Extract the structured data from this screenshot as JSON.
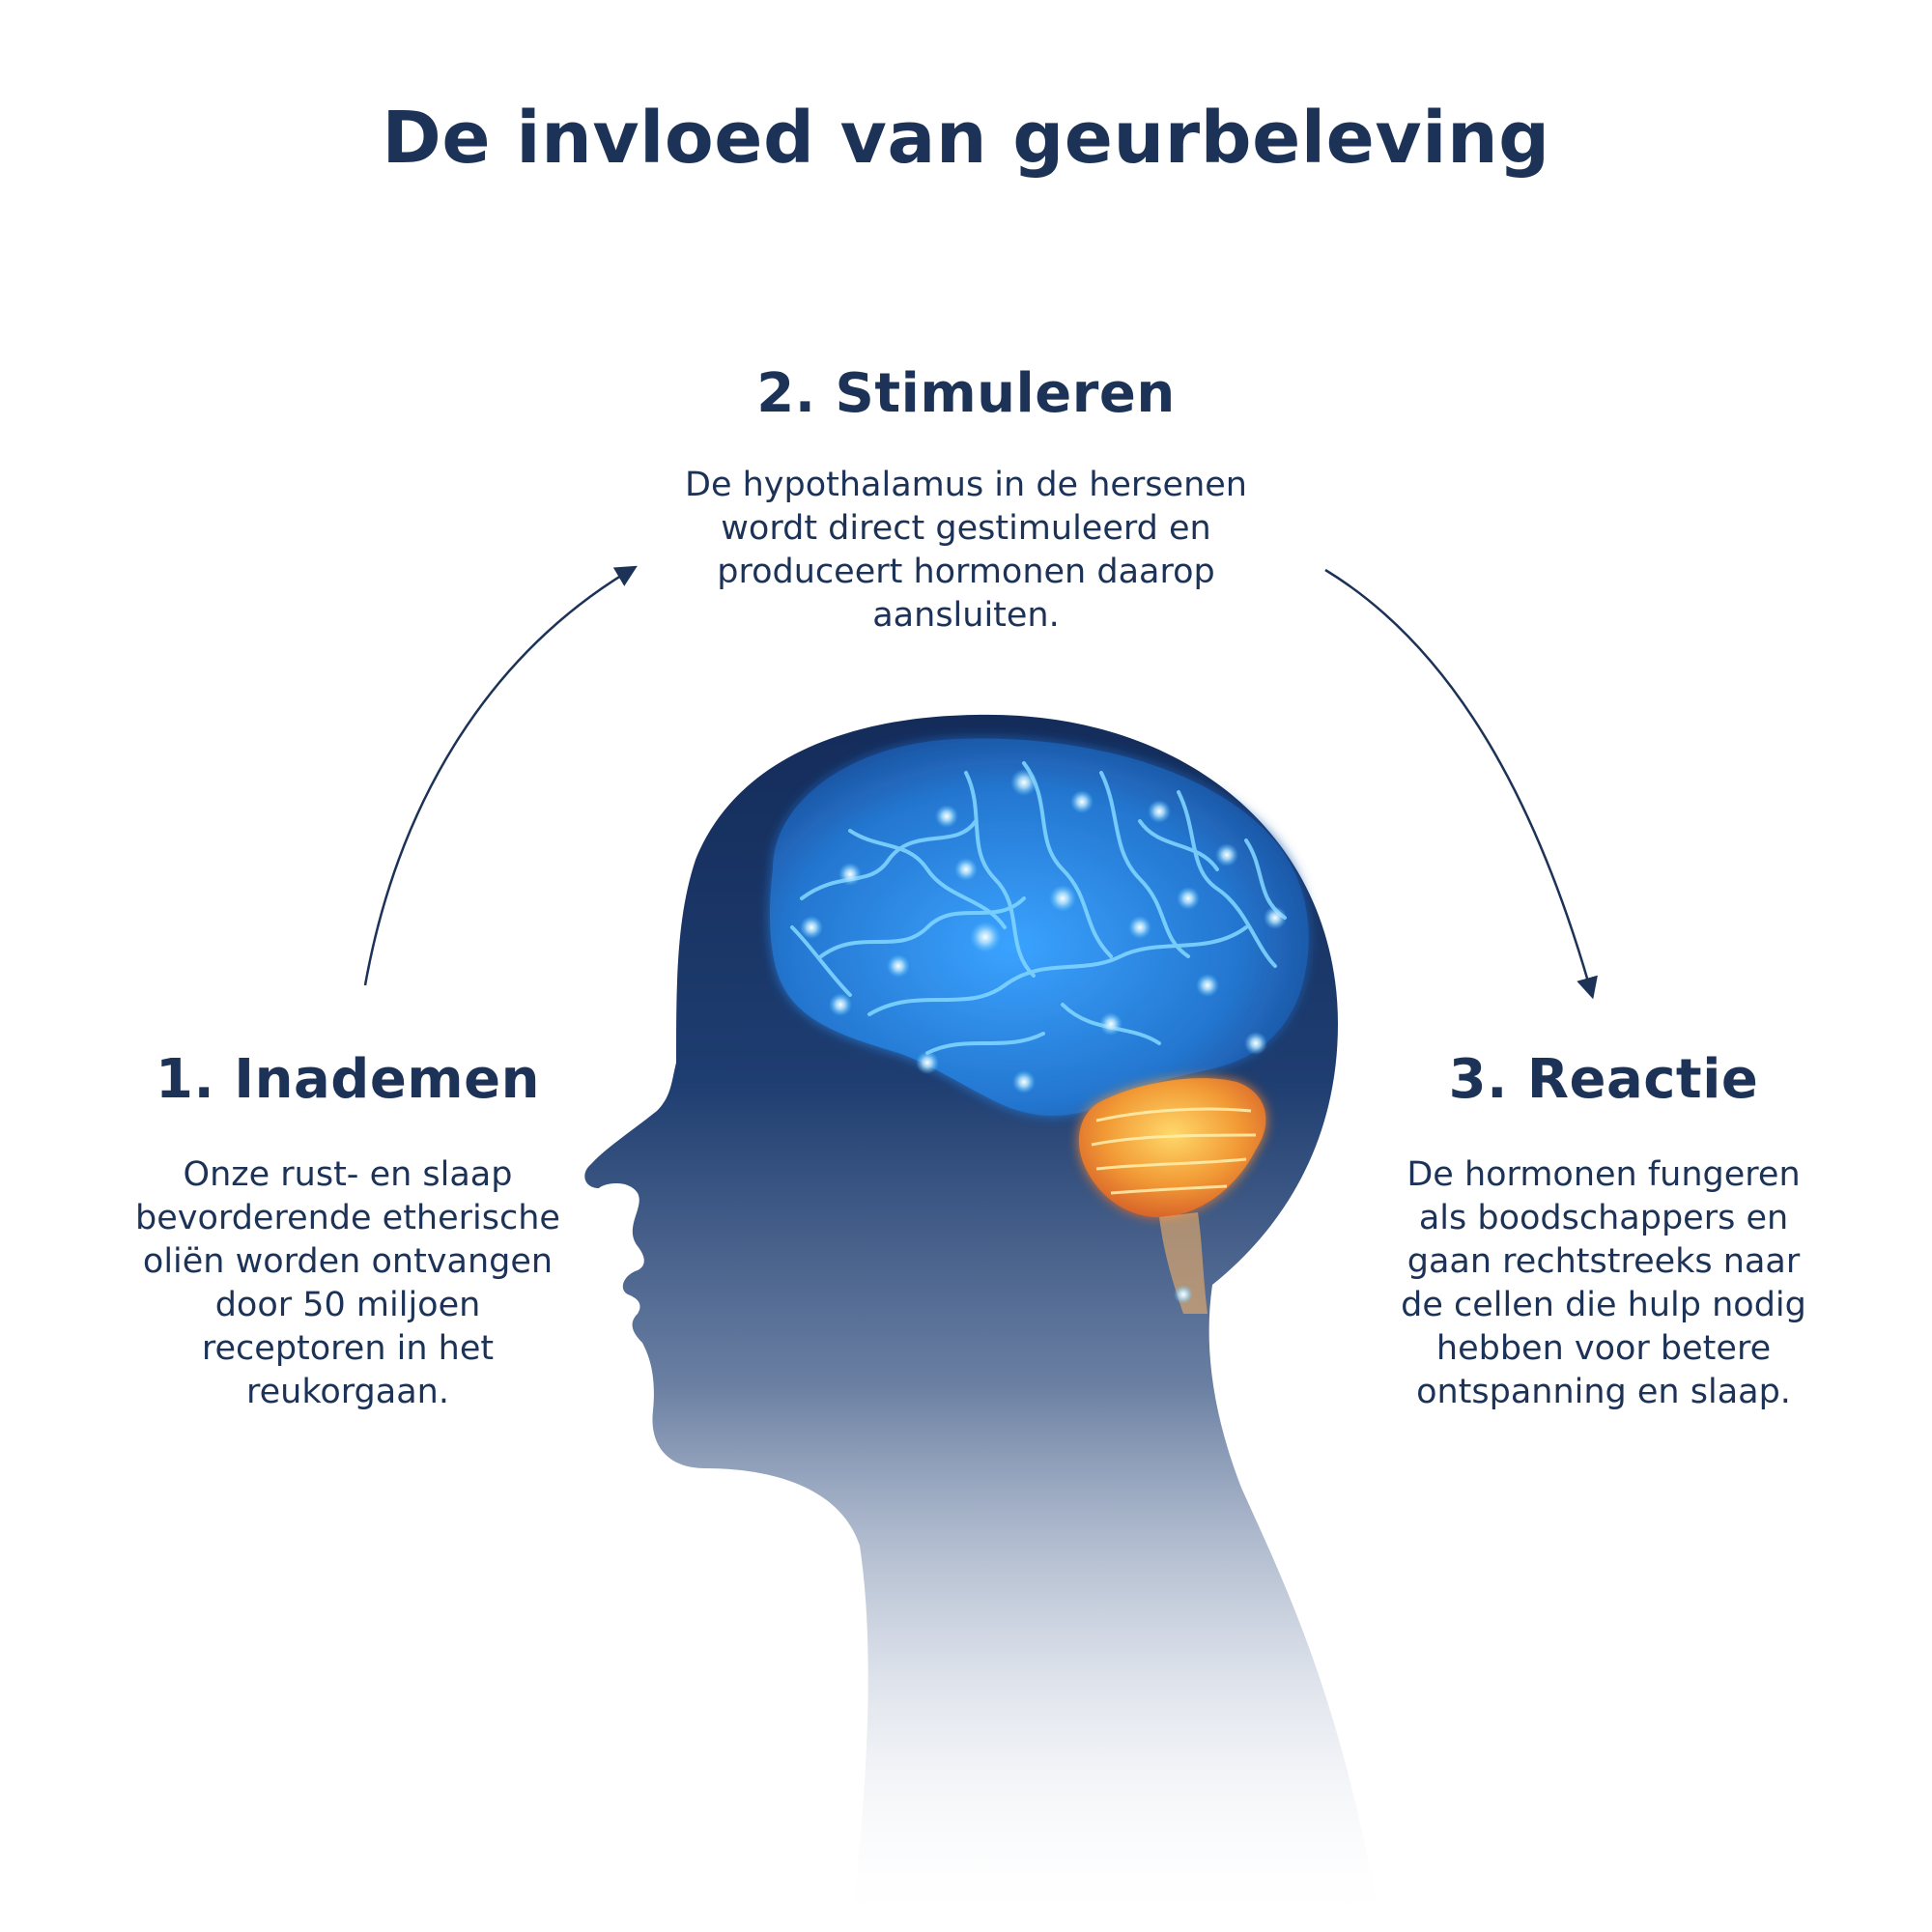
{
  "title": "De invloed van geurbeleving",
  "steps": [
    {
      "heading": "1. Inademen",
      "text": "Onze rust- en slaap\nbevorderende etherische\noliën worden ontvangen\ndoor 50 miljoen\nreceptoren in het\nreukorgaan."
    },
    {
      "heading": "2. Stimuleren",
      "text": "De hypothalamus in de hersenen\nwordt direct gestimuleerd en\nproduceert hormonen daarop\naansluiten."
    },
    {
      "heading": "3. Reactie",
      "text": "De hormonen fungeren\nals boodschappers en\ngaan rechtstreeks naar\nde cellen die hulp nodig\nhebben voor betere\nontspanning en slaap."
    }
  ],
  "colors": {
    "text": "#1c3257",
    "head_top": "#17305f",
    "brain": "#2a86d8",
    "brain_glow": "#5fc4ff",
    "cerebellum": "#f08a2c"
  }
}
